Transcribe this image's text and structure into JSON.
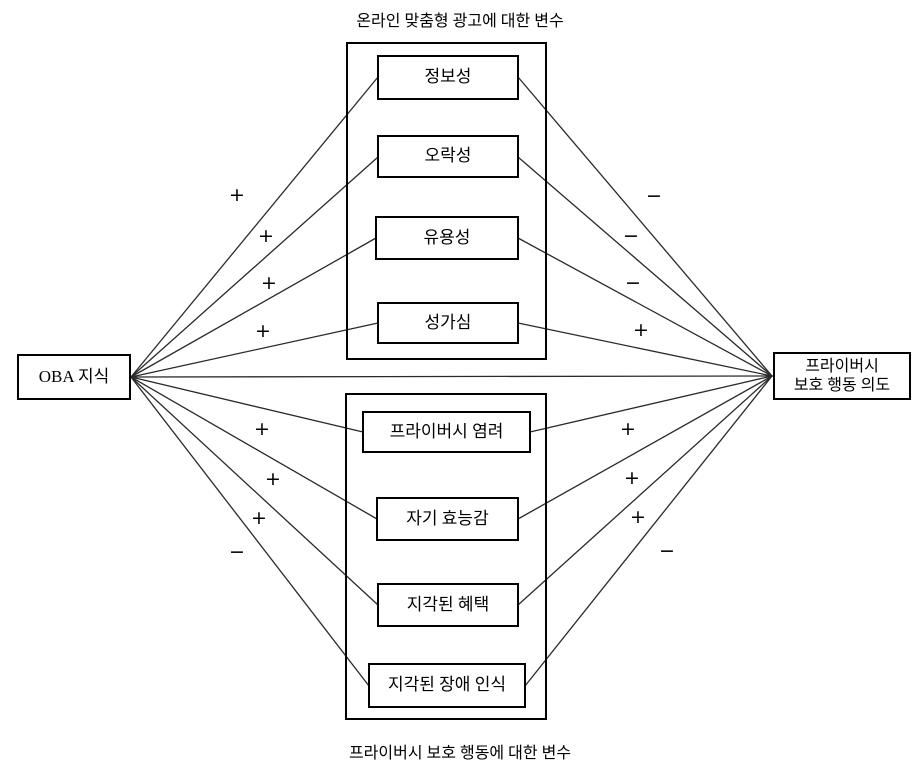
{
  "diagram": {
    "left_node": {
      "label": "OBA 지식"
    },
    "right_node": {
      "label": "프라이버시 보호 행동 의도",
      "lines": [
        "프라이버시",
        "보호 행동 의도"
      ]
    },
    "groups": [
      {
        "title": "온라인 맞춤형 광고에 대한 변수",
        "boxes": [
          "정보성",
          "오락성",
          "유용성",
          "성가심"
        ]
      },
      {
        "title": "프라이버시 보호 행동에 대한 변수",
        "boxes": [
          "프라이버시 염려",
          "자기 효능감",
          "지각된 혜택",
          "지각된 장애 인식"
        ]
      }
    ],
    "edges_left": [
      {
        "from": "OBA 지식",
        "to": "정보성",
        "sign": "+"
      },
      {
        "from": "OBA 지식",
        "to": "오락성",
        "sign": "+"
      },
      {
        "from": "OBA 지식",
        "to": "유용성",
        "sign": "+"
      },
      {
        "from": "OBA 지식",
        "to": "성가심",
        "sign": "+"
      },
      {
        "from": "OBA 지식",
        "to": "프라이버시 염려",
        "sign": "+"
      },
      {
        "from": "OBA 지식",
        "to": "자기 효능감",
        "sign": "+"
      },
      {
        "from": "OBA 지식",
        "to": "지각된 혜택",
        "sign": "+"
      },
      {
        "from": "OBA 지식",
        "to": "지각된 장애 인식",
        "sign": "−"
      }
    ],
    "edges_right": [
      {
        "from": "정보성",
        "to": "프라이버시 보호 행동 의도",
        "sign": "−"
      },
      {
        "from": "오락성",
        "to": "프라이버시 보호 행동 의도",
        "sign": "−"
      },
      {
        "from": "유용성",
        "to": "프라이버시 보호 행동 의도",
        "sign": "−"
      },
      {
        "from": "성가심",
        "to": "프라이버시 보호 행동 의도",
        "sign": "+"
      },
      {
        "from": "프라이버시 염려",
        "to": "프라이버시 보호 행동 의도",
        "sign": "+"
      },
      {
        "from": "자기 효능감",
        "to": "프라이버시 보호 행동 의도",
        "sign": "+"
      },
      {
        "from": "지각된 혜택",
        "to": "프라이버시 보호 행동 의도",
        "sign": "+"
      },
      {
        "from": "지각된 장애 인식",
        "to": "프라이버시 보호 행동 의도",
        "sign": "−"
      }
    ],
    "direct_edge": {
      "from": "OBA 지식",
      "to": "프라이버시 보호 행동 의도",
      "sign": ""
    }
  },
  "colors": {
    "background": "#ffffff",
    "line": "#2a2a2a",
    "border": "#000000",
    "text": "#000000"
  }
}
